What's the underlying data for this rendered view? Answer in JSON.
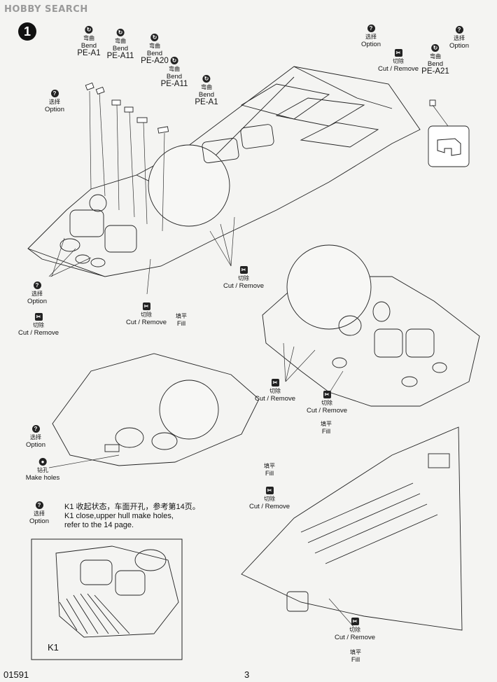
{
  "watermark": "HOBBY SEARCH",
  "step_number": "1",
  "labels": {
    "bend_cn": "弯曲",
    "bend_en": "Bend",
    "option_cn": "选择",
    "option_en": "Option",
    "cut_cn": "切除",
    "cut_en": "Cut / Remove",
    "fill_cn": "填平",
    "fill_en": "Fill",
    "holes_cn": "钻孔",
    "holes_en": "Make holes"
  },
  "parts": {
    "pe_a1": "PE-A1",
    "pe_a11": "PE-A11",
    "pe_a20": "PE-A20",
    "pe_a21": "PE-A21"
  },
  "k1_note": {
    "cn": "K1 收起状态，车面开孔，参考第14页。",
    "en_line1": "K1 close,upper hull make holes,",
    "en_line2": "refer to the 14 page."
  },
  "k1_label": "K1",
  "footer": {
    "code": "01591",
    "page": "3"
  }
}
